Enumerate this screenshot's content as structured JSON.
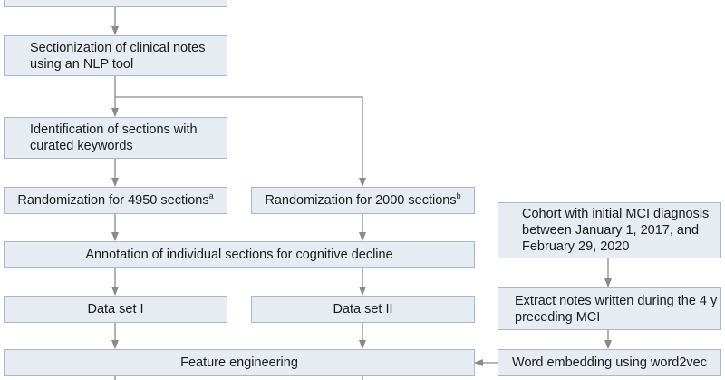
{
  "flowchart": {
    "sectionization": "Sectionization of clinical notes\nusing an NLP tool",
    "identification": "Identification of sections with\ncurated keywords",
    "randomization_4950": {
      "text": "Randomization for 4950 sections",
      "note": "a"
    },
    "randomization_2000": {
      "text": "Randomization for 2000 sections",
      "note": "b"
    },
    "cohort": "Cohort with initial MCI diagnosis\nbetween January 1, 2017, and\nFebruary 29, 2020",
    "annotation": "Annotation of individual sections for cognitive decline",
    "dataset_1": "Data set I",
    "dataset_2": "Data set II",
    "extract_notes": "Extract notes written during the 4 y\npreceding MCI",
    "feature_engineering": "Feature engineering",
    "word_embedding": "Word embedding using word2vec"
  },
  "colors": {
    "box_fill": "#e6ecf2",
    "box_border": "#a9b6c4",
    "arrow": "#8a8a8a"
  }
}
